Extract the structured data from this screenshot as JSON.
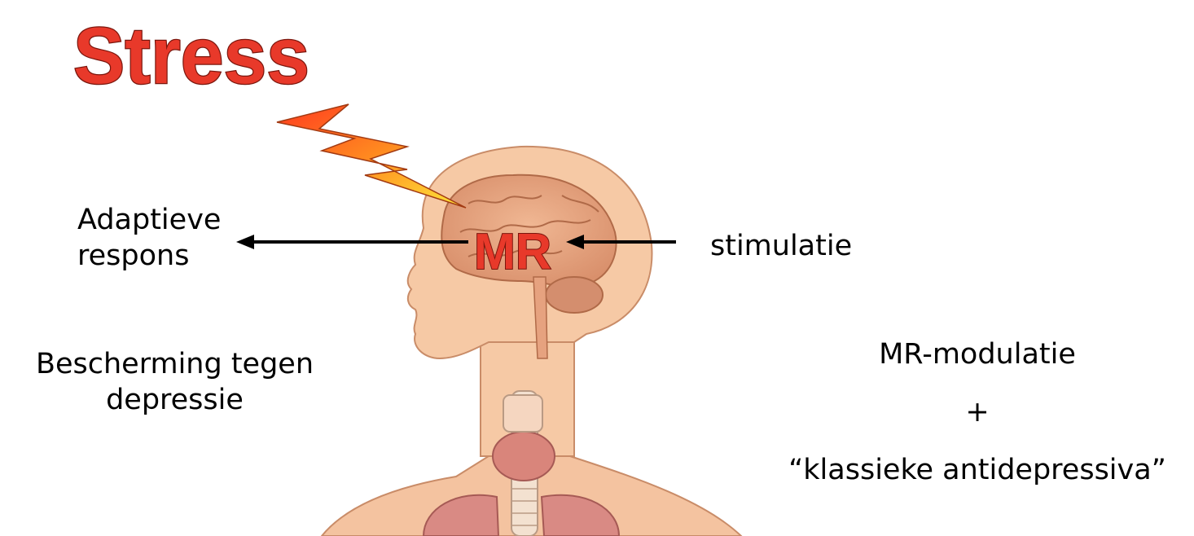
{
  "title": "Stress",
  "center_label": "MR",
  "left_label": {
    "line1": "Adaptieve",
    "line2": "respons"
  },
  "right_label": "stimulatie",
  "protection": {
    "line1": "Bescherming tegen",
    "line2": "depressie"
  },
  "modulation": {
    "line1": "MR-modulatie",
    "line2": "+",
    "line3": "“klassieke antidepressiva”"
  },
  "colors": {
    "title_fill": "#e8392a",
    "title_outline": "#8a1a10",
    "bolt_top": "#ff3b1f",
    "bolt_bottom": "#ffe83a",
    "skin": "#f6c9a5",
    "brain": "#e8a986",
    "arrow": "#000000"
  }
}
